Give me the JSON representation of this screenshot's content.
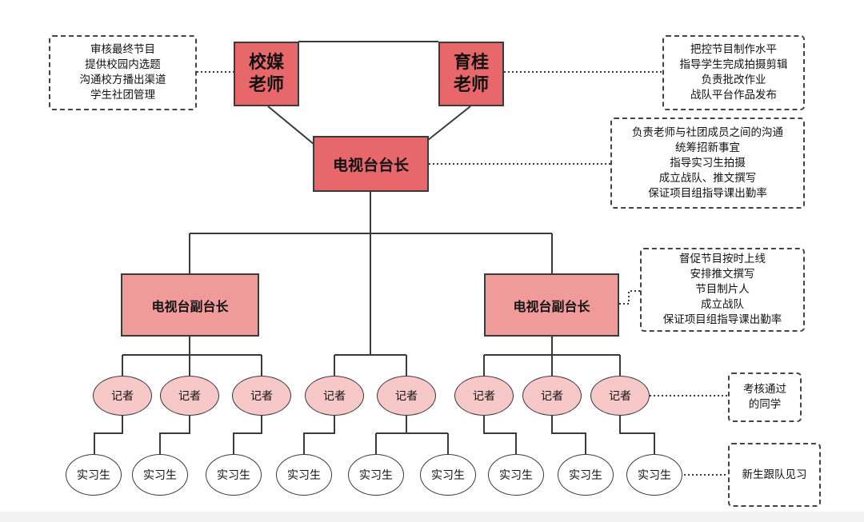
{
  "teachers": {
    "left": "校媒\n老师",
    "right": "育桂\n老师"
  },
  "chief": "电视台台长",
  "deputies": [
    "电视台副台长",
    "电视台副台长"
  ],
  "reporter_label": "记者",
  "intern_label": "实习生",
  "notes": {
    "left_teacher": [
      "审核最终节目",
      "提供校园内选题",
      "沟通校方播出渠道",
      "学生社团管理"
    ],
    "right_teacher": [
      "把控节目制作水平",
      "指导学生完成拍摄剪辑",
      "负责批改作业",
      "战队平台作品发布"
    ],
    "chief": [
      "负责老师与社团成员之间的沟通",
      "统筹招新事宜",
      "指导实习生拍摄",
      "成立战队、推文撰写",
      "保证项目组指导课出勤率"
    ],
    "deputy": [
      "督促节目按时上线",
      "安排推文撰写",
      "节目制片人",
      "成立战队",
      "保证项目组指导课出勤率"
    ],
    "reporter": [
      "考核通过",
      "的同学"
    ],
    "intern": [
      "新生跟队见习"
    ]
  },
  "colors": {
    "teacher_fill": "#e8676a",
    "deputy_fill": "#f09a9a",
    "reporter_fill": "#f6c8c8",
    "intern_fill": "#ffffff",
    "line": "#3a3a3a"
  }
}
